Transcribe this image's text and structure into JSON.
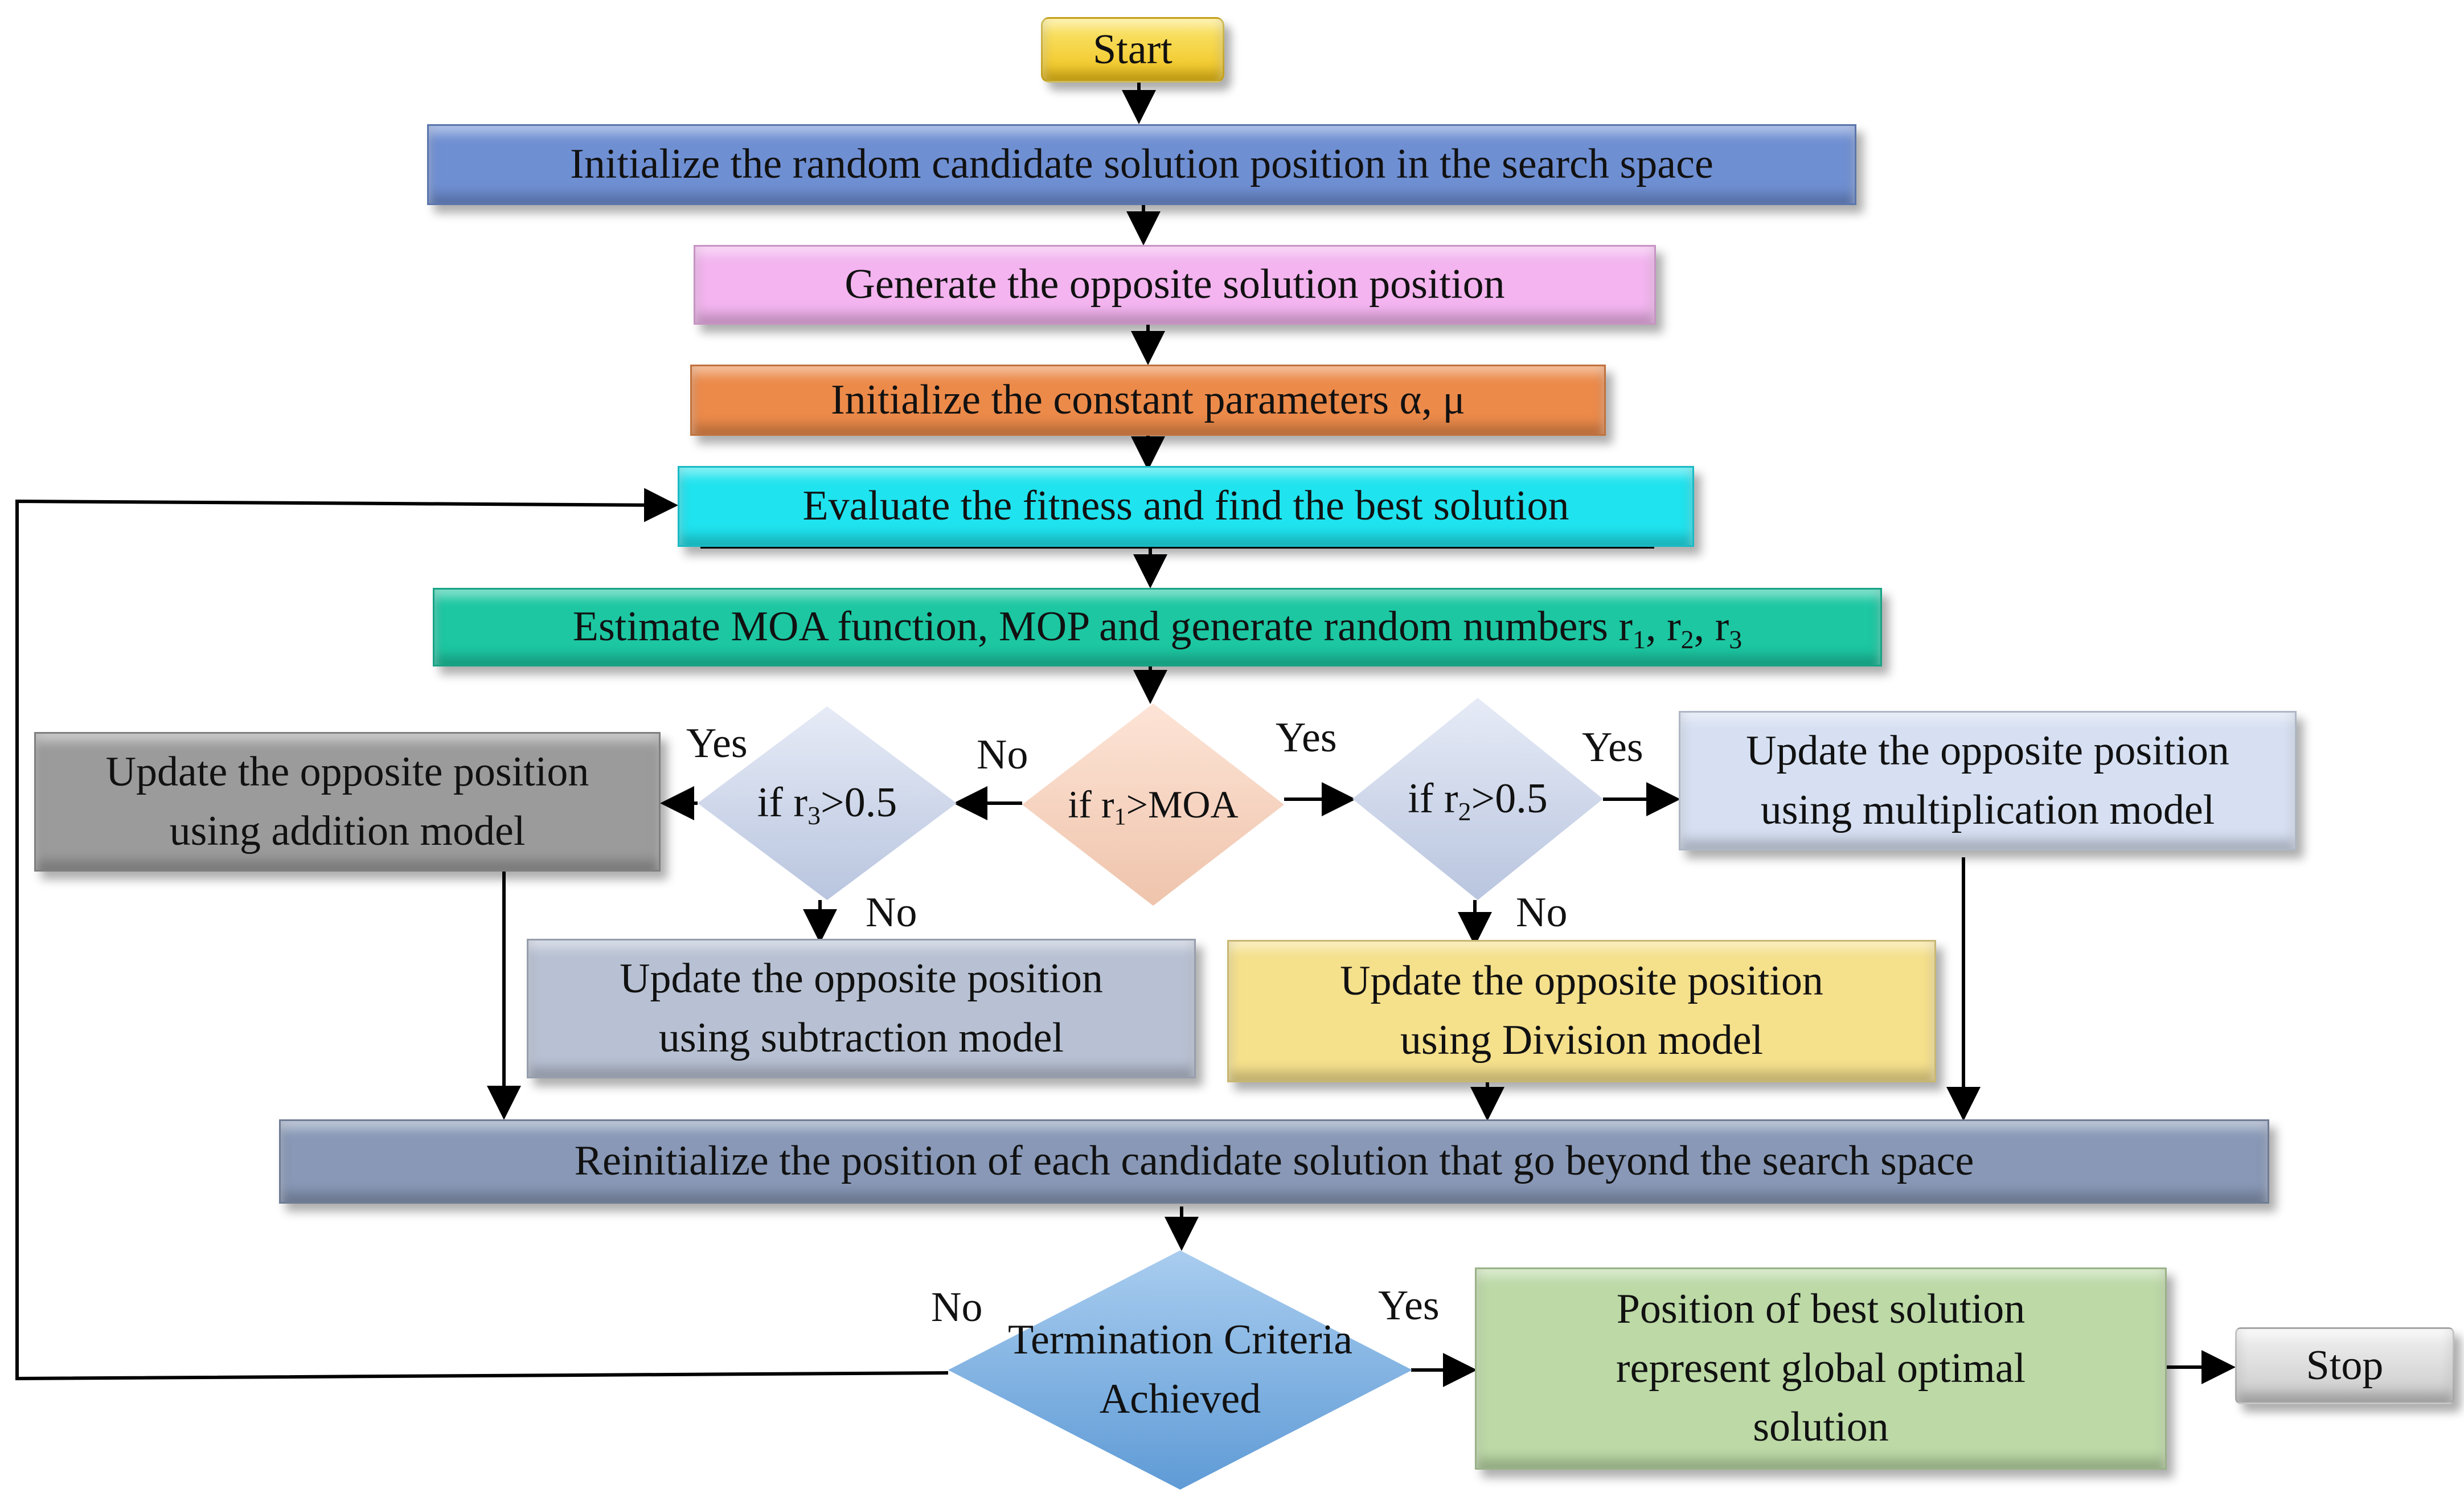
{
  "colors": {
    "start": "#f4cc1c",
    "init": "#6f8fd3",
    "opposite": "#f3b4ef",
    "params": "#ec8a4a",
    "evaluate": "#1fe3ee",
    "estimate": "#1cc7a2",
    "addition": "#9b9b9b",
    "subtraction": "#b8c1d3",
    "division": "#f5e08c",
    "multiplication": "#d6e0f2",
    "reinit": "#8898b6",
    "best": "#bcd9a6",
    "stop": "#dcdcdc",
    "diamond_moa": "#f6d3c0",
    "diamond_r": "#cdd6ea",
    "diamond_term": "#79aede",
    "line": "#000000"
  },
  "nodes": {
    "start": "Start",
    "init": "Initialize the random candidate solution position in the search space",
    "opposite": "Generate the opposite solution position",
    "params": "Initialize the constant parameters α, μ",
    "evaluate": "Evaluate the fitness and find the best solution",
    "estimate": {
      "prefix": "Estimate MOA function, MOP and generate random numbers ",
      "r1": "r",
      "r1_sub": "1",
      "sep1": ", ",
      "r2": "r",
      "r2_sub": "2",
      "sep2": ", ",
      "r3": "r",
      "r3_sub": "3"
    },
    "if_moa": {
      "pre": "if r",
      "sub": "1",
      "post": ">MOA"
    },
    "if_r3": {
      "pre": "if r",
      "sub": "3",
      "post": ">0.5"
    },
    "if_r2": {
      "pre": "if r",
      "sub": "2",
      "post": ">0.5"
    },
    "addition": {
      "line1": "Update the opposite position",
      "line2": "using addition model"
    },
    "subtraction": {
      "line1": "Update the opposite position",
      "line2": "using subtraction model"
    },
    "division": {
      "line1": "Update the opposite position",
      "line2": "using Division model"
    },
    "multiplication": {
      "line1": "Update the opposite position",
      "line2": "using multiplication model"
    },
    "reinit": "Reinitialize the position of each candidate solution that go beyond the search space",
    "termination": {
      "line1": "Termination Criteria",
      "line2": "Achieved"
    },
    "best": {
      "line1": "Position of best solution",
      "line2": "represent global optimal",
      "line3": "solution"
    },
    "stop": "Stop"
  },
  "labels": {
    "r3_yes": "Yes",
    "moa_no": "No",
    "moa_yes": "Yes",
    "r2_yes": "Yes",
    "r3_no": "No",
    "r2_no": "No",
    "term_no": "No",
    "term_yes": "Yes"
  }
}
